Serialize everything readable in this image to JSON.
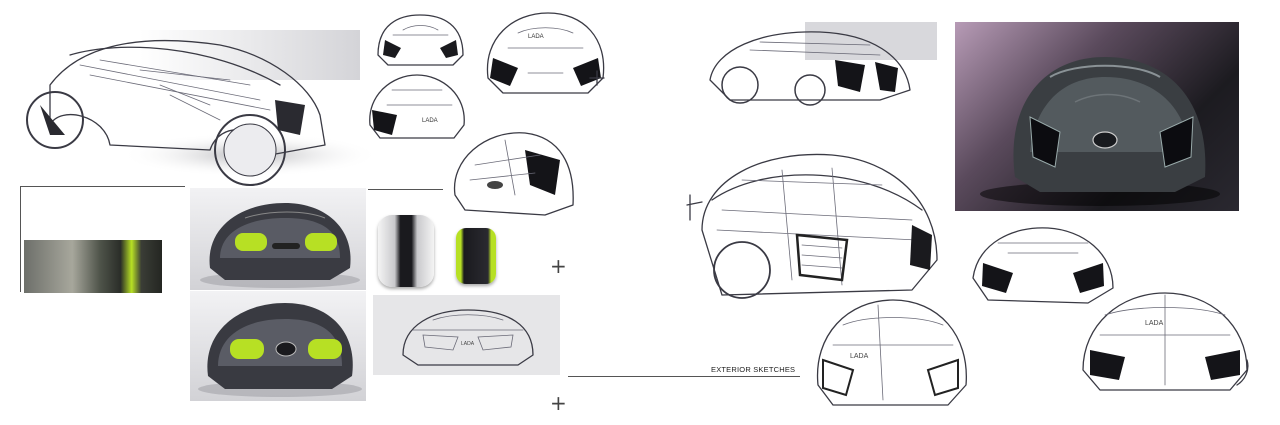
{
  "board": {
    "caption": "EXTERIOR SKETCHES",
    "plus_marks": [
      "+",
      "+"
    ]
  },
  "colors": {
    "accent_green": "#b7e024",
    "render_dark": "#2b2d33",
    "render_bg_purple": "#b79bb6",
    "sketch_line": "#3a3a44"
  },
  "sketches": [
    {
      "name": "side-perspective-sketch"
    },
    {
      "name": "front-view-sketch-1"
    },
    {
      "name": "front-view-sketch-2"
    },
    {
      "name": "rear-view-sketch"
    },
    {
      "name": "three-quarter-sketch"
    },
    {
      "name": "front-three-quarter-sketch-top-right"
    },
    {
      "name": "large-perspective-sketch"
    },
    {
      "name": "small-front-sketch-right"
    },
    {
      "name": "front-sketch-bottom-center"
    },
    {
      "name": "front-sketch-bottom-right"
    }
  ],
  "renders": [
    {
      "name": "front-render-green-1"
    },
    {
      "name": "front-render-green-2"
    },
    {
      "name": "headlight-module-black"
    },
    {
      "name": "headlight-module-green"
    },
    {
      "name": "final-render-dark"
    },
    {
      "name": "mood-photo-thumbnail"
    }
  ]
}
